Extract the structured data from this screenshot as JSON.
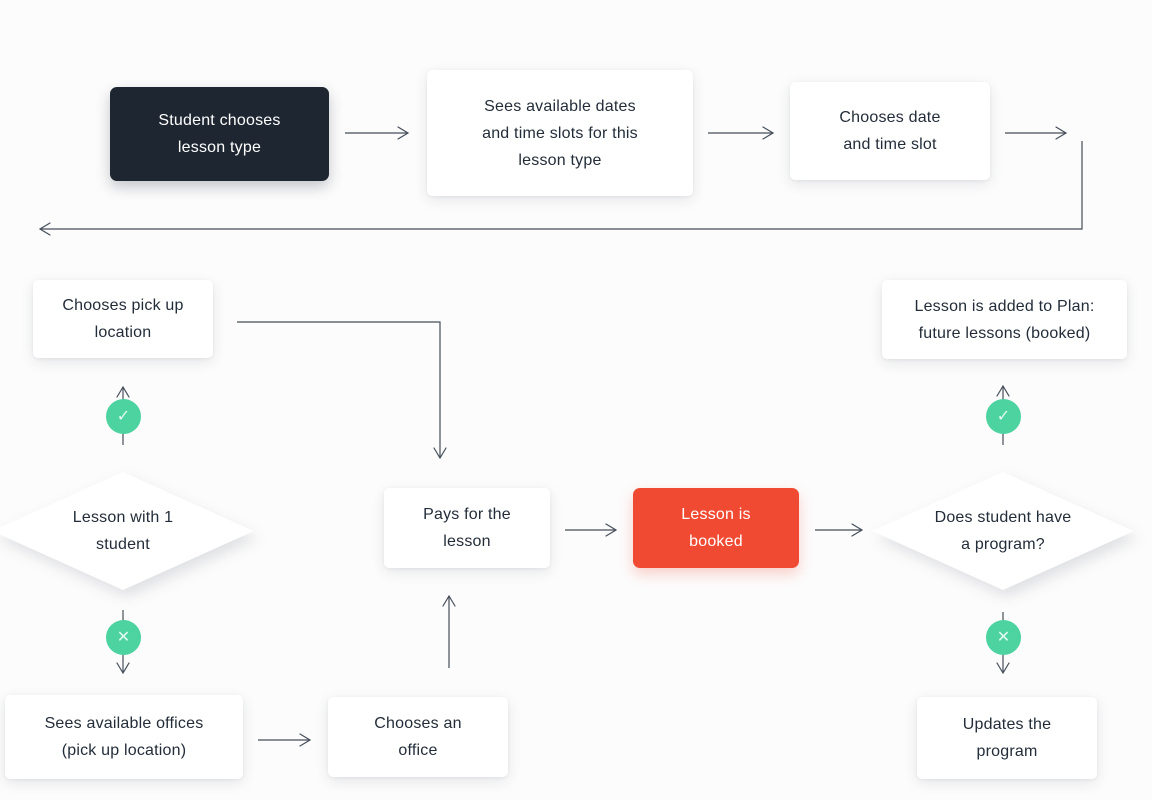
{
  "colors": {
    "bg": "#fcfcfc",
    "node-bg": "#ffffff",
    "dark-node": "#1e2631",
    "accent-node": "#f04a32",
    "badge": "#4cd3a0",
    "line": "#454e5a",
    "text-dark": "#232d39"
  },
  "nodes": {
    "student_chooses": {
      "label": [
        "Student chooses",
        "lesson type"
      ]
    },
    "sees_dates": {
      "label": [
        "Sees available dates",
        "and time slots for this",
        "lesson type"
      ]
    },
    "chooses_date": {
      "label": [
        "Chooses date",
        "and time slot"
      ]
    },
    "chooses_pickup": {
      "label": [
        "Chooses pick up",
        "location"
      ]
    },
    "lesson_added": {
      "label": [
        "Lesson is added to Plan:",
        "future lessons (booked)"
      ]
    },
    "lesson_with_1": {
      "label": [
        "Lesson with 1",
        "student"
      ]
    },
    "pays": {
      "label": [
        "Pays for the",
        "lesson"
      ]
    },
    "booked": {
      "label": [
        "Lesson is",
        "booked"
      ]
    },
    "has_program": {
      "label": [
        "Does student have",
        "a program?"
      ]
    },
    "sees_offices": {
      "label": [
        "Sees available offices",
        "(pick up location)"
      ]
    },
    "chooses_office": {
      "label": [
        "Chooses an",
        "office"
      ]
    },
    "updates_program": {
      "label": [
        "Updates the",
        "program"
      ]
    }
  },
  "badges": {
    "yes_icon": "✓",
    "no_icon": "✕"
  }
}
